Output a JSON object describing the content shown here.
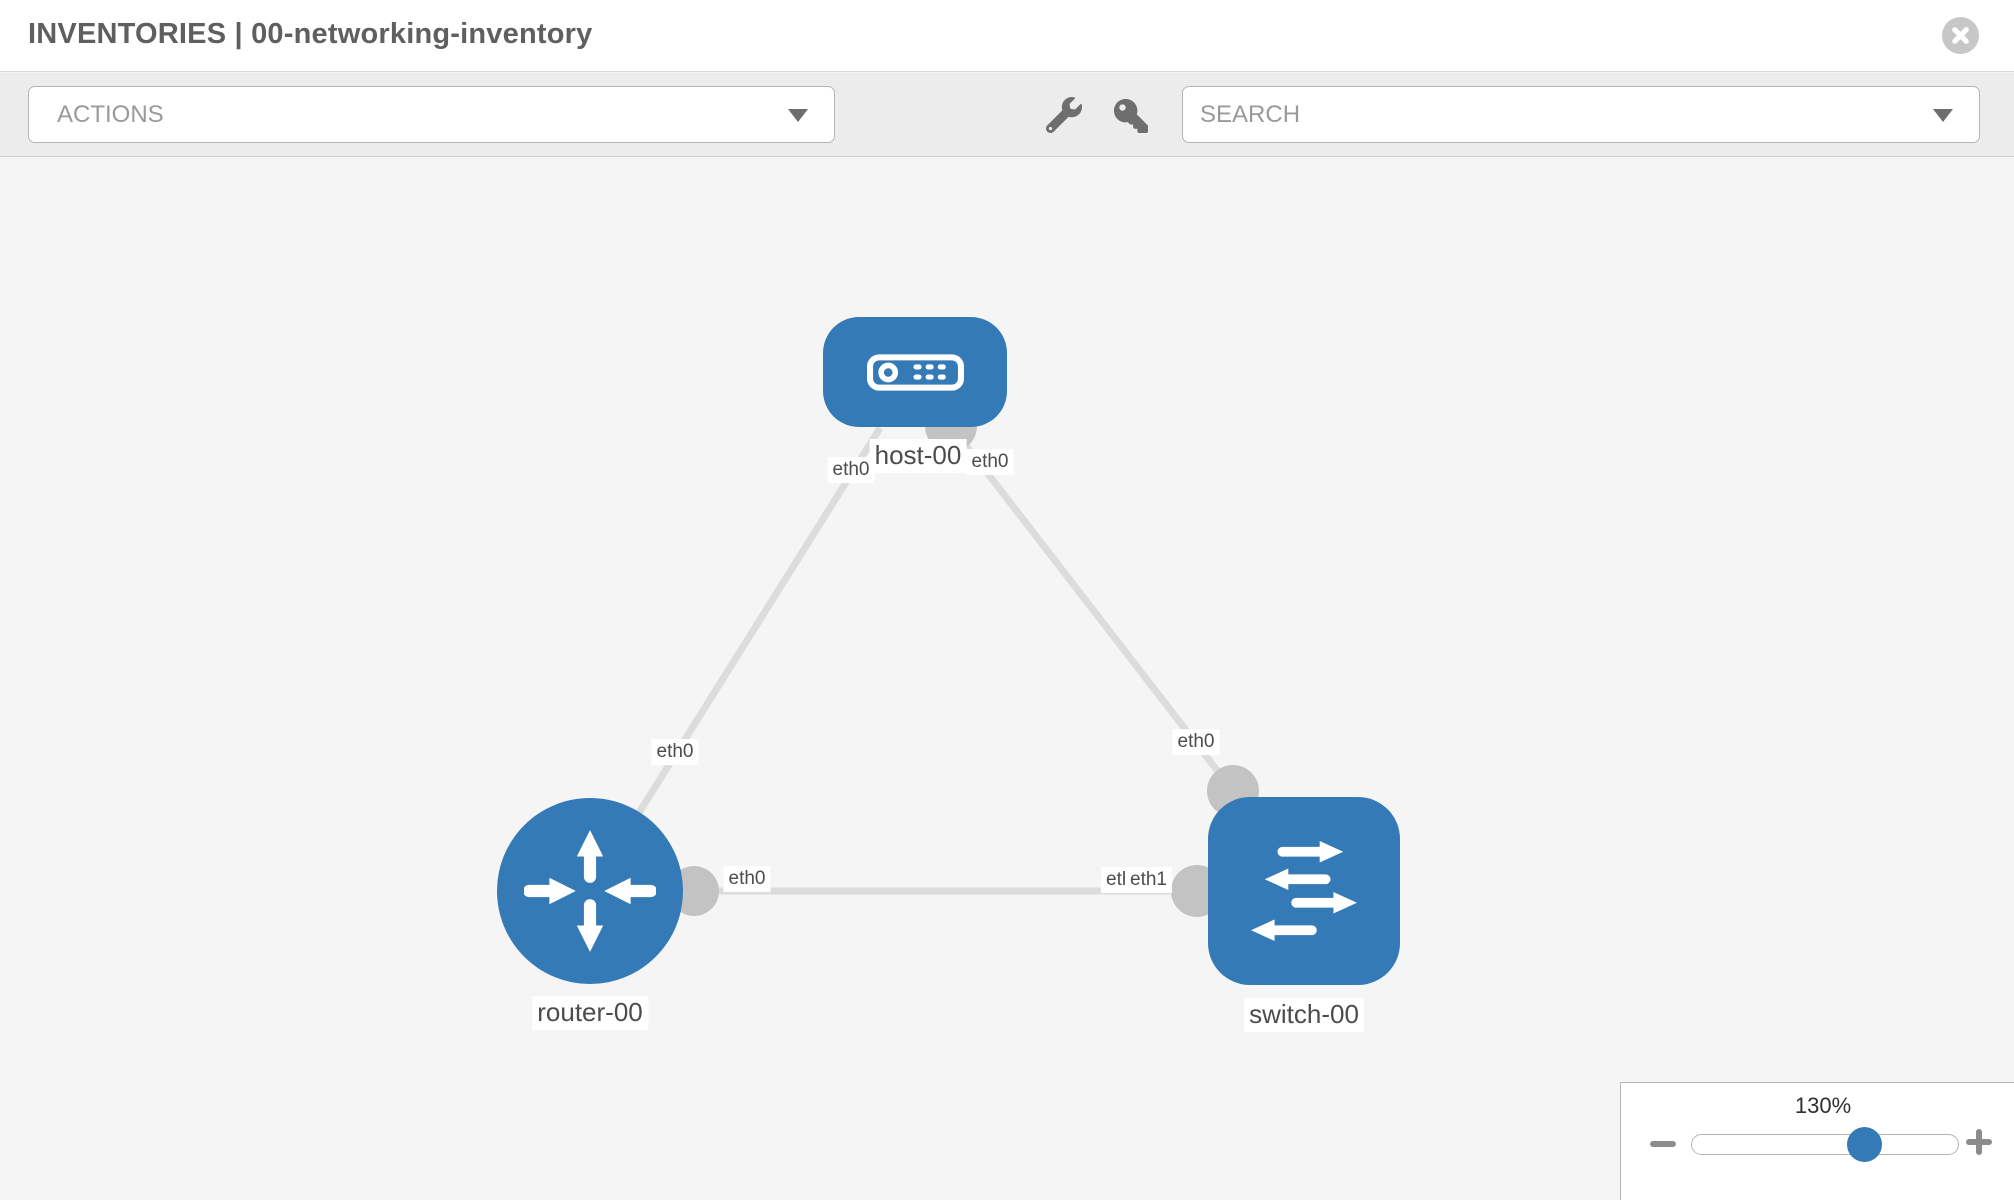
{
  "header": {
    "title": "INVENTORIES | 00-networking-inventory"
  },
  "toolbar": {
    "actions_label": "ACTIONS",
    "search_placeholder": "SEARCH",
    "icons": [
      "wrench-icon",
      "key-icon"
    ]
  },
  "zoom_control": {
    "level": "130%"
  },
  "colors": {
    "node_blue": "#337ab7",
    "link_gray": "#dcdcdc",
    "connector_gray": "#c3c3c3",
    "canvas_bg": "#f5f5f5",
    "toolbar_bg": "#ececec"
  },
  "topology": {
    "nodes": [
      {
        "id": "host-00",
        "type": "host",
        "label": "host-00"
      },
      {
        "id": "router-00",
        "type": "router",
        "label": "router-00"
      },
      {
        "id": "switch-00",
        "type": "switch",
        "label": "switch-00"
      }
    ],
    "links": [
      {
        "source": "router-00",
        "source_interface": "eth0",
        "target": "host-00",
        "target_interface": "eth0"
      },
      {
        "source": "host-00",
        "source_interface": "eth0",
        "target": "switch-00",
        "target_interface": "eth0"
      },
      {
        "source": "router-00",
        "source_interface": "eth0",
        "target": "switch-00",
        "target_interface": "eth1"
      }
    ],
    "labels": {
      "host": "host-00",
      "router": "router-00",
      "switch": "switch-00",
      "rh_near_host": "eth0",
      "rh_mid": "eth0",
      "hs_near_host": "eth0",
      "hs_near_switch": "eth0",
      "rs_near_router": "eth0",
      "rs_near_switch_under": "eth0",
      "rs_near_switch_over": "eth1"
    }
  }
}
